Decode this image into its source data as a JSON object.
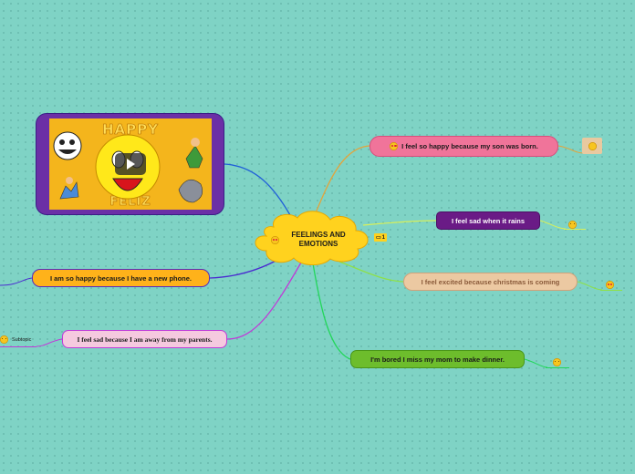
{
  "central": {
    "title": "FEELINGS AND EMOTIONS",
    "icon": "heart-eyes-emoji-icon",
    "color": "#ffd21e"
  },
  "notes_badge": {
    "icon": "comment-icon",
    "count": "1"
  },
  "video": {
    "top_text": "HAPPY",
    "bottom_text": "FELIZ",
    "play_icon": "play-icon"
  },
  "topics": [
    {
      "id": "son",
      "text": "I feel so happy because my son was born.",
      "icon": "heart-eyes-emoji-icon",
      "fill": "#f0749a",
      "text_color": "#1a1a1a"
    },
    {
      "id": "rains",
      "text": "I feel sad when it rains",
      "icon": "",
      "fill": "#6a1b86",
      "text_color": "#ffffff"
    },
    {
      "id": "christmas",
      "text": "I feel excited because christmas is coming",
      "icon": "",
      "fill": "#ecc9a2",
      "text_color": "#8a5a3a"
    },
    {
      "id": "bored",
      "text": "I'm bored I miss my mom to make dinner.",
      "icon": "",
      "fill": "#6dbd2c",
      "text_color": "#1a1a1a"
    },
    {
      "id": "phone",
      "text": "I am so happy because I have a new phone.",
      "icon": "",
      "fill": "#ffb21a",
      "text_color": "#1a1a1a"
    },
    {
      "id": "parents",
      "text": "I feel sad because I am away from my parents.",
      "icon": "",
      "fill": "#f5c9df",
      "text_color": "#1a1a1a"
    }
  ],
  "subtopic": {
    "text": "Subtopic",
    "icon": "sad-emoji-icon"
  },
  "decorations": [
    "grinning-emoji-icon",
    "sad-emoji-icon",
    "heart-kiss-emoji-icon",
    "shocked-emoji-icon"
  ]
}
